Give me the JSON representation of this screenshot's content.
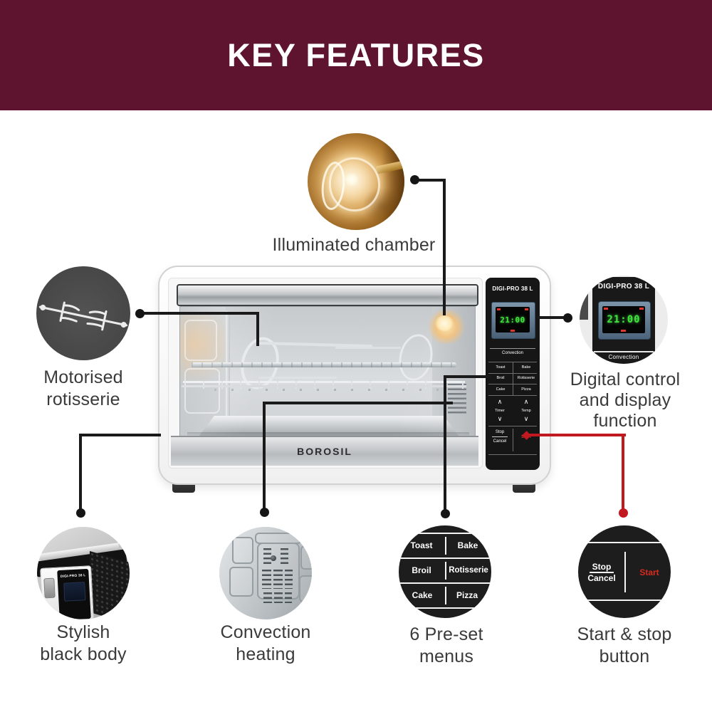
{
  "header": {
    "title": "KEY FEATURES"
  },
  "colors": {
    "banner": "#5e142f",
    "connector": "#1a1a1a",
    "accent_red": "#c2181f",
    "digit_green": "#3fe53c"
  },
  "product": {
    "brand": "BOROSIL",
    "model": "DIGI-PRO 38 L",
    "display_time": "21:00",
    "panel": {
      "convection_label": "Convection",
      "preset_buttons": [
        [
          "Toast",
          "Bake"
        ],
        [
          "Broil",
          "Rotisserie"
        ],
        [
          "Cake",
          "Pizza"
        ]
      ],
      "timer_label": "Timer",
      "temp_label": "Temp",
      "up_glyph": "∧",
      "down_glyph": "∨",
      "stop_label": "Stop",
      "cancel_label": "Cancel",
      "start_label": "Start"
    }
  },
  "features": {
    "illuminated_chamber": {
      "lines": [
        "Illuminated chamber"
      ]
    },
    "motorised_rotisserie": {
      "lines": [
        "Motorised",
        "rotisserie"
      ]
    },
    "digital_control": {
      "lines": [
        "Digital control",
        "and display",
        "function"
      ]
    },
    "stylish_black_body": {
      "lines": [
        "Stylish",
        "black body"
      ]
    },
    "convection_heating": {
      "lines": [
        "Convection",
        "heating"
      ]
    },
    "preset_menus": {
      "lines": [
        "6 Pre-set",
        "menus"
      ]
    },
    "start_stop": {
      "lines": [
        "Start & stop",
        "button"
      ]
    }
  }
}
